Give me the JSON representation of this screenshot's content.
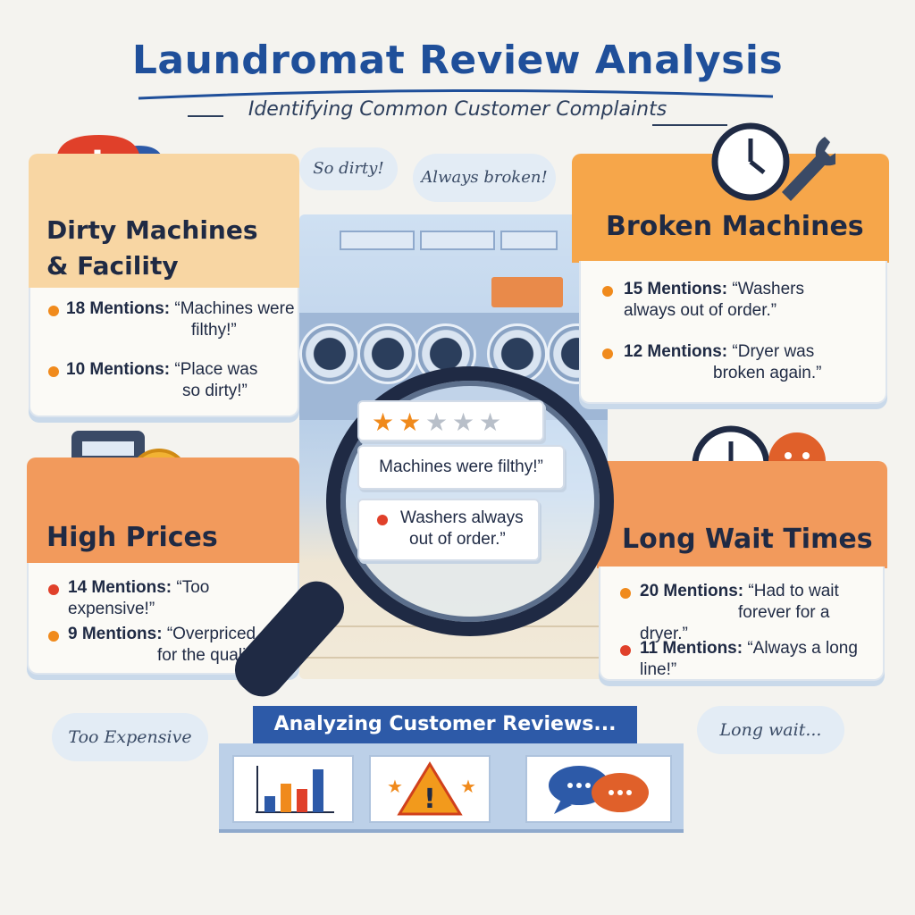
{
  "header": {
    "title": "Laundromat Review Analysis",
    "subtitle": "Identifying Common Customer Complaints"
  },
  "bubbles": {
    "top_left": "So dirty!",
    "top_right": "Always broken!",
    "bottom_left": "Too Expensive",
    "bottom_right": "Long wait..."
  },
  "categories": {
    "dirty": {
      "title_line1": "Dirty Machines",
      "title_line2": "& Facility",
      "items": [
        {
          "count": "18 Mentions:",
          "quote_line1": "“Machines were",
          "quote_line2": "filthy!”"
        },
        {
          "count": "10 Mentions:",
          "quote_line1": "“Place was",
          "quote_line2": "so dirty!”"
        }
      ]
    },
    "broken": {
      "title": "Broken Machines",
      "items": [
        {
          "count": "15 Mentions:",
          "quote_line1": "“Washers",
          "quote_line2": "always out of order.”"
        },
        {
          "count": "12 Mentions:",
          "quote_line1": "“Dryer was",
          "quote_line2": "broken again.”"
        }
      ]
    },
    "prices": {
      "title": "High Prices",
      "items": [
        {
          "count": "14 Mentions:",
          "quote_line1": "“Too expensive!”",
          "quote_line2": ""
        },
        {
          "count": "9 Mentions:",
          "quote_line1": "“Overpriced",
          "quote_line2": "for the quality.”"
        }
      ]
    },
    "wait": {
      "title": "Long Wait Times",
      "items": [
        {
          "count": "20 Mentions:",
          "quote_line1": "“Had to wait",
          "quote_line2": "forever for a dryer.”"
        },
        {
          "count": "11 Mentions:",
          "quote_line1": "“Always a long line!”",
          "quote_line2": ""
        }
      ]
    }
  },
  "magnifier": {
    "rating_filled": 2,
    "rating_total": 5,
    "note1": "Machines were filthy!”",
    "note2_line1": "Washers always",
    "note2_line2": "out of order.”"
  },
  "banner": {
    "label": "Analyzing Customer Reviews..."
  },
  "colors": {
    "title_blue": "#1f4f9a",
    "peach_header": "#f8d6a3",
    "orange_header": "#f6a64a",
    "coral_header": "#f29a5c",
    "dot_orange": "#f08a1c",
    "dot_red": "#e0402a",
    "banner_blue": "#2d5aa8"
  },
  "icons": [
    "alert-speech-icon",
    "clock-icon",
    "wrench-icon",
    "calculator-icon",
    "coin-icon",
    "sad-face-icon",
    "star-icon",
    "magnifier-icon",
    "bar-chart-icon",
    "warning-icon",
    "chat-bubbles-icon"
  ]
}
